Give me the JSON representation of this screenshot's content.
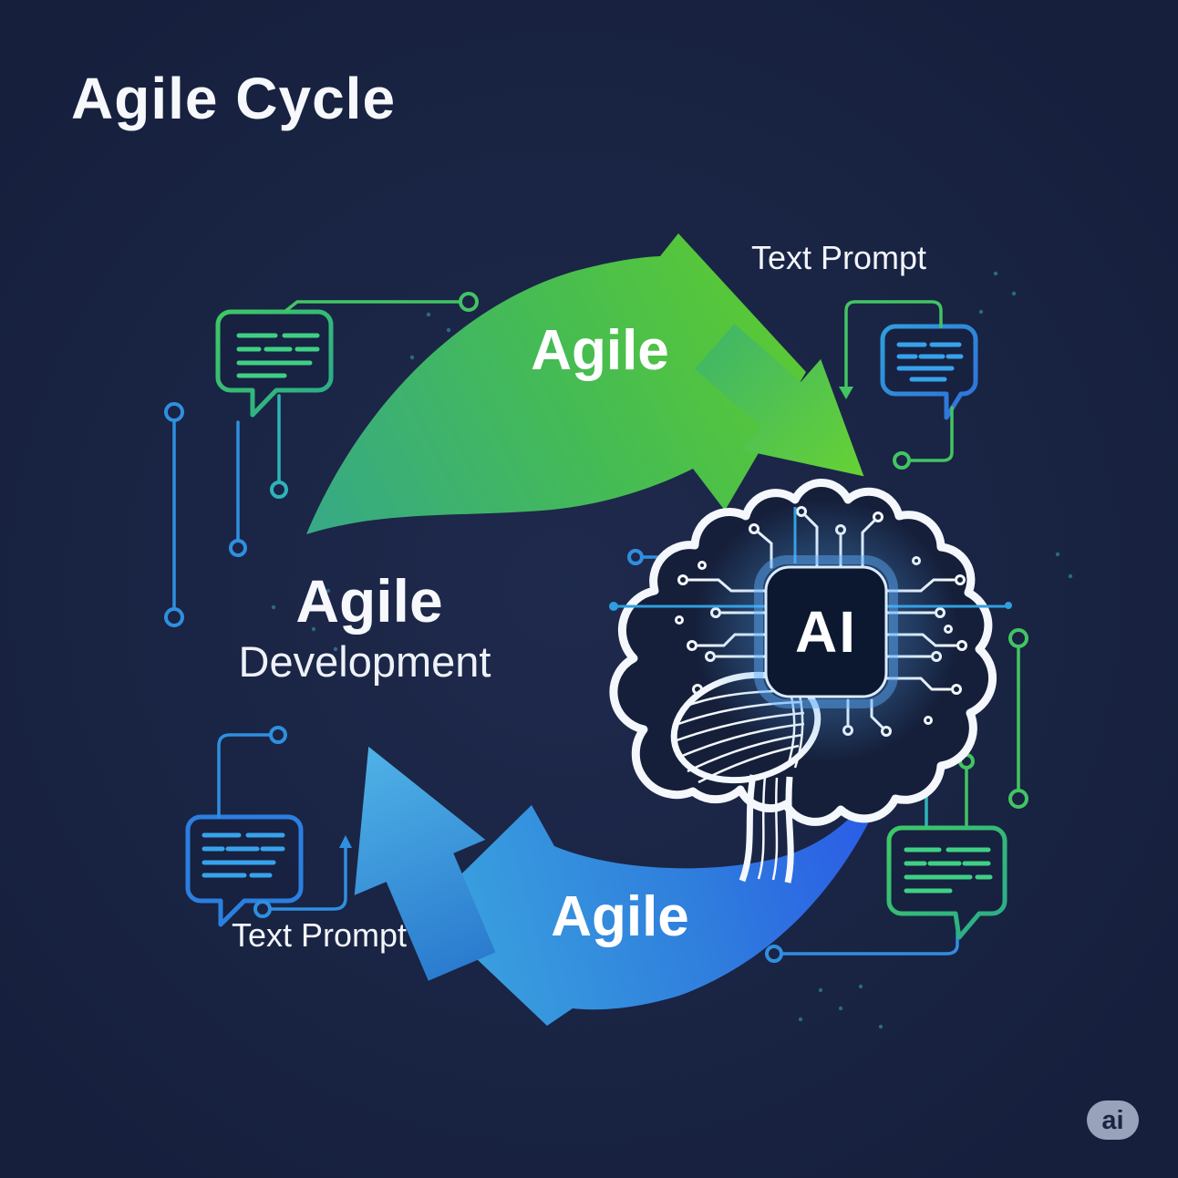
{
  "title": "Agile Cycle",
  "cycle": {
    "top_arrow_label": "Agile",
    "bottom_arrow_label": "Agile",
    "center_title": "Agile",
    "center_subtitle": "Development",
    "top_right_label": "Text Prompt",
    "bottom_left_label": "Text Prompt"
  },
  "ai_chip": {
    "label": "AI"
  },
  "watermark": {
    "label": "ai"
  },
  "icons": {
    "top_left": "chat-message-bubble-icon",
    "top_right": "chat-message-bubble-icon",
    "bottom_left": "chat-message-bubble-icon",
    "bottom_right": "chat-message-bubble-icon",
    "center": "ai-circuit-brain-icon",
    "nodes": "circuit-node-circle"
  },
  "colors": {
    "background": "#16203d",
    "green_arrow_start": "#38ab7e",
    "green_arrow_end": "#5ecb30",
    "blue_arrow_start": "#3ba4de",
    "blue_arrow_end": "#2a56e8",
    "bubble_green": "#3ec973",
    "bubble_blue": "#2f8fdc",
    "circuit_blue": "#2f8fe0",
    "circuit_green": "#43c463",
    "circuit_teal": "#2fb3b9",
    "text": "#f5f7fa",
    "chip_fill": "#0c1830",
    "chip_glow": "#5fb0ff",
    "badge_fill": "#98a3bb"
  }
}
